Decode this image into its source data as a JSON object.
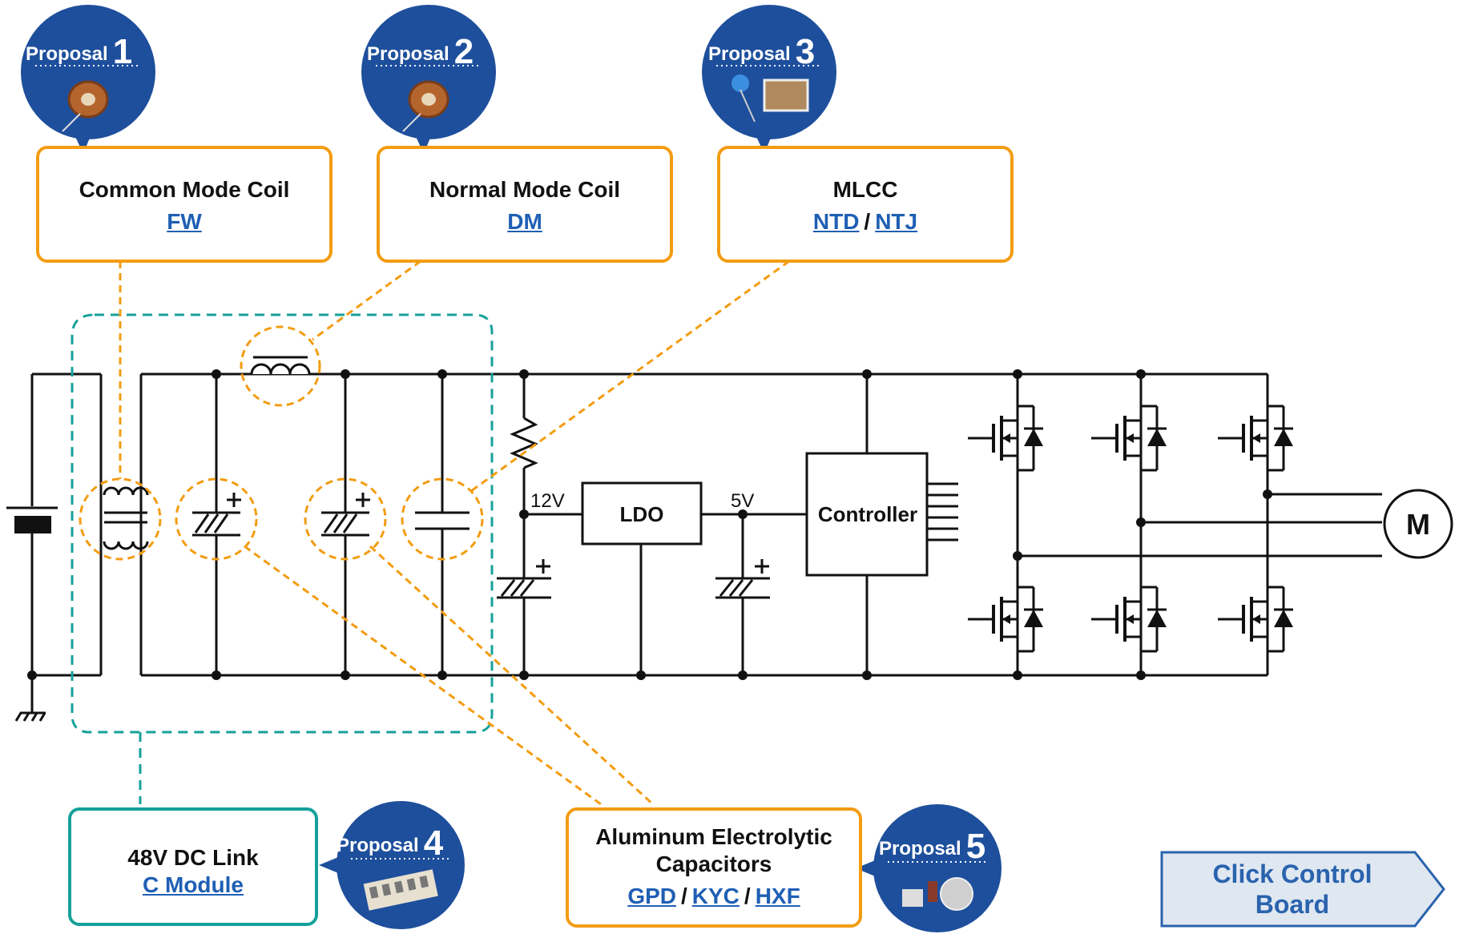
{
  "proposals": [
    {
      "word": "Proposal",
      "number": "1"
    },
    {
      "word": "Proposal",
      "number": "2"
    },
    {
      "word": "Proposal",
      "number": "3"
    },
    {
      "word": "Proposal",
      "number": "4"
    },
    {
      "word": "Proposal",
      "number": "5"
    }
  ],
  "cards": {
    "common_mode": {
      "title": "Common Mode Coil",
      "links": [
        "FW"
      ]
    },
    "normal_mode": {
      "title": "Normal Mode Coil",
      "links": [
        "DM"
      ]
    },
    "mlcc": {
      "title": "MLCC",
      "links": [
        "NTD",
        "NTJ"
      ],
      "separator": "/"
    },
    "dc_link": {
      "title": "48V DC Link",
      "links": [
        "C Module"
      ]
    },
    "aluminum": {
      "title_line1": "Aluminum Electrolytic",
      "title_line2": "Capacitors",
      "links": [
        "GPD",
        "KYC",
        "HXF"
      ],
      "separator": "/"
    }
  },
  "circuit": {
    "v12": "12V",
    "v5": "5V",
    "ldo": "LDO",
    "controller": "Controller",
    "motor": "M"
  },
  "cta": {
    "line1": "Click Control",
    "line2": "Board"
  },
  "colors": {
    "accent_orange": "#f39c12",
    "teal": "#16a19a",
    "bubble_blue": "#1e4f9c",
    "link_blue": "#1f5fb4"
  }
}
